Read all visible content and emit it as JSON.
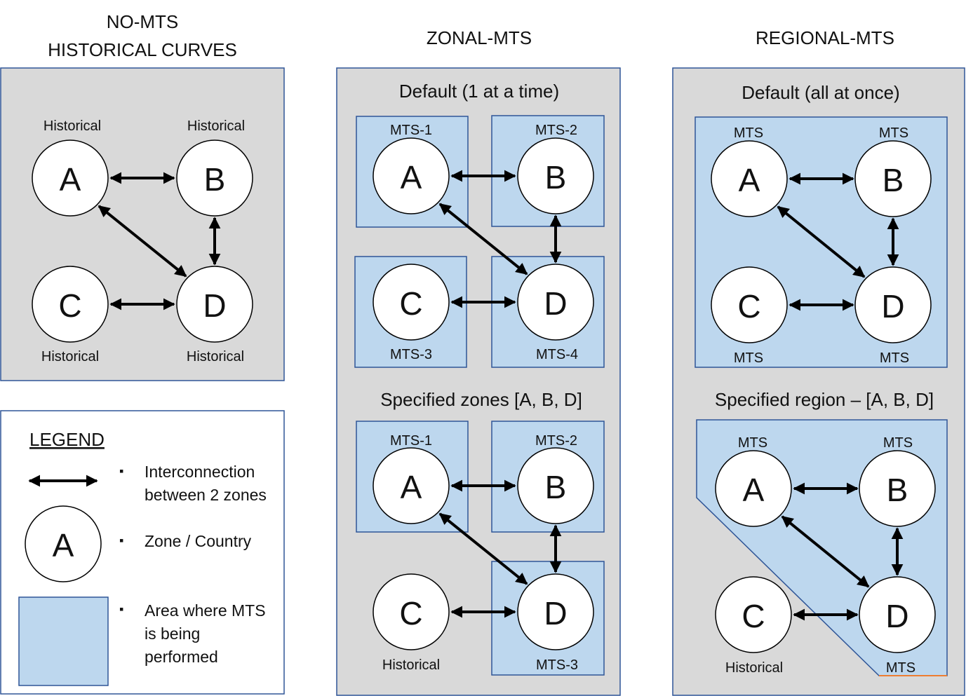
{
  "columns": {
    "no_mts": {
      "title_line1": "NO-MTS",
      "title_line2": "HISTORICAL CURVES"
    },
    "zonal": {
      "title": "ZONAL-MTS"
    },
    "regional": {
      "title": "REGIONAL-MTS"
    }
  },
  "no_mts_panel": {
    "labels": {
      "A": "Historical",
      "B": "Historical",
      "C": "Historical",
      "D": "Historical"
    }
  },
  "zonal_panel": {
    "default_title": "Default (1 at a time)",
    "default_labels": {
      "A": "MTS-1",
      "B": "MTS-2",
      "C": "MTS-3",
      "D": "MTS-4"
    },
    "specified_title": "Specified zones [A, B, D]",
    "specified_labels": {
      "A": "MTS-1",
      "B": "MTS-2",
      "C": "Historical",
      "D": "MTS-3"
    }
  },
  "regional_panel": {
    "default_title": "Default (all at once)",
    "default_labels": {
      "A": "MTS",
      "B": "MTS",
      "C": "MTS",
      "D": "MTS"
    },
    "specified_title": "Specified region – [A, B, D]",
    "specified_labels": {
      "A": "MTS",
      "B": "MTS",
      "C": "Historical",
      "D": "MTS"
    }
  },
  "nodes": {
    "A": "A",
    "B": "B",
    "C": "C",
    "D": "D"
  },
  "legend": {
    "title": "LEGEND",
    "interconnection_line1": "Interconnection",
    "interconnection_line2": "between 2 zones",
    "node_letter": "A",
    "zone_label": "Zone / Country",
    "area_line1": "Area where MTS",
    "area_line2": "is being",
    "area_line3": "performed",
    "bullet": "▪"
  },
  "colors": {
    "panel_fill": "#d9d9d9",
    "panel_stroke": "#2f5597",
    "mts_area_fill": "#bdd7ee",
    "node_fill": "#ffffff",
    "arrow": "#000000",
    "accent_orange": "#ed7d31"
  }
}
